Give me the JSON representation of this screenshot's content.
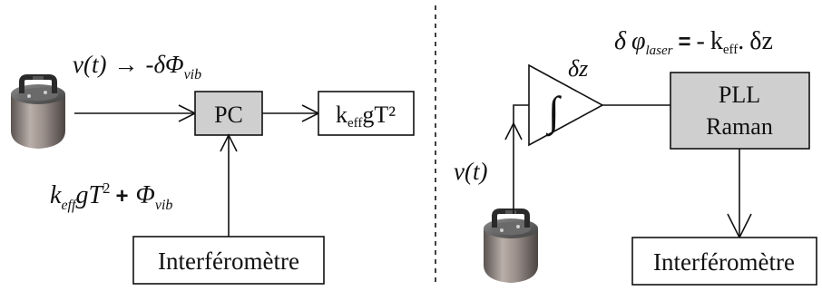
{
  "colors": {
    "stroke": "#111111",
    "box_fill_grey": "#cfcfcf",
    "background": "#ffffff"
  },
  "icons": {
    "sensor": "seismometer-sensor-icon",
    "integrator": "integral-sign"
  },
  "left": {
    "velocity_label": "v(t)",
    "arrow_glyph": "→",
    "phase_label": "-δΦ",
    "phase_sub": "vib",
    "pc_label": "PC",
    "output_k": "k",
    "output_sub": "eff",
    "output_rest": "gT²",
    "sum_k": "k",
    "sum_sub": "eff",
    "sum_gt": "gT",
    "sum_exp": "2",
    "sum_plus": "+",
    "sum_phi": "Φ",
    "sum_phi_sub": "vib",
    "interferometer_label": "Interféromètre"
  },
  "right": {
    "eq_delta": "δ",
    "eq_phi": "φ",
    "eq_phi_sub": "laser",
    "eq_equals": "=",
    "eq_minus": "-",
    "eq_k": "k",
    "eq_k_sub": "eff",
    "eq_dot": ".",
    "eq_dz": "δz",
    "integrator_symbol": "∫",
    "dz_label": "δz",
    "velocity_label": "v(t)",
    "pll_line1": "PLL",
    "pll_line2": "Raman",
    "interferometer_label": "Interféromètre"
  }
}
